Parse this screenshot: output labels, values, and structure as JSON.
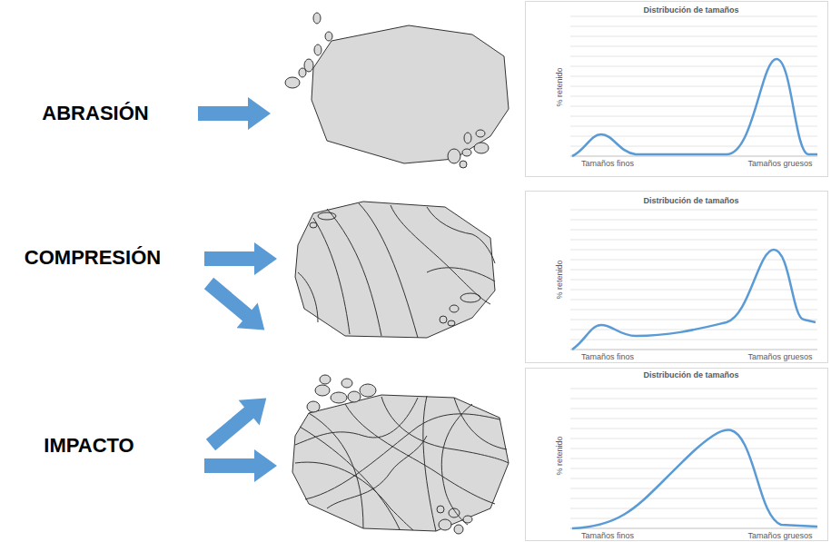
{
  "diagram": {
    "nodes": [
      {
        "text": [
          "Distribución de tamaños",
          "% retenido",
          "Tamaños finos",
          "Tamaños gruesos"
        ]
      },
      {
        "text": [
          "Distribución de tamaños",
          "% retenido",
          "Tamaños finos",
          "Tamaños gruesos"
        ]
      },
      {
        "text": [
          "Distribución de tamaños",
          "% retenido",
          "Tamaños finos",
          "Tamaños gruesos"
        ]
      }
    ],
    "labels": [
      "ABRASIÓN",
      "COMPRESIÓN",
      "IMPACTO"
    ]
  }
}
